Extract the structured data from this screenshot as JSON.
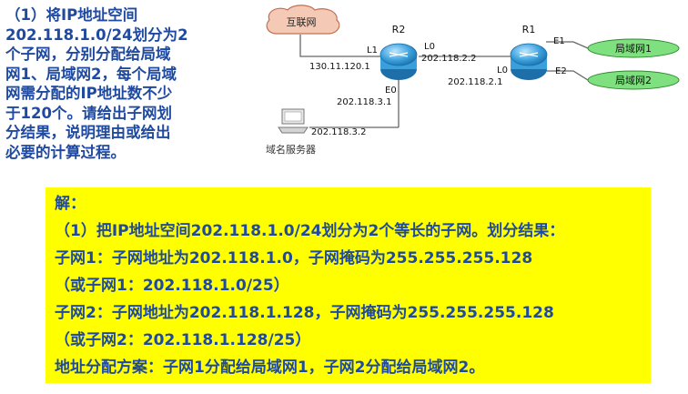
{
  "question": {
    "lines": [
      "（1）将IP地址空间",
      "202.118.1.0/24划分为2",
      "个子网，分别分配给局域",
      "网1、局域网2，每个局域",
      "网需分配的IP地址数不少",
      "于120个。请给出子网划",
      "分结果，说明理由或给出",
      "必要的计算过程。"
    ]
  },
  "diagram": {
    "internet_label": "互联网",
    "r2": {
      "name": "R2",
      "l1_port": "L1",
      "l1_ip": "130.11.120.1",
      "l0_port": "L0",
      "l0_ip": "202.118.2.2",
      "e0_port": "E0",
      "e0_ip": "202.118.3.1"
    },
    "r1": {
      "name": "R1",
      "l0_port": "L0",
      "l0_ip": "202.118.2.1",
      "e1_port": "E1",
      "e2_port": "E2"
    },
    "lan1_label": "局域网1",
    "lan2_label": "局域网2",
    "dns_ip": "202.118.3.2",
    "dns_label": "域名服务器"
  },
  "answer": {
    "heading": "解：",
    "lines": [
      "（1）把IP地址空间202.118.1.0/24划分为2个等长的子网。划分结果：",
      "子网1：子网地址为202.118.1.0，子网掩码为255.255.255.128",
      "（或子网1：202.118.1.0/25）",
      "子网2：子网地址为202.118.1.128，子网掩码为255.255.255.128",
      "（或子网2：202.118.1.128/25）",
      "地址分配方案：子网1分配给局域网1，子网2分配给局域网2。"
    ]
  },
  "colors": {
    "text_blue": "#1f4aa0",
    "highlight": "#ffff00",
    "lan_green": "#7fe07f",
    "router_blue": "#3aa0dc",
    "cloud_pink": "#f4c9b6"
  }
}
